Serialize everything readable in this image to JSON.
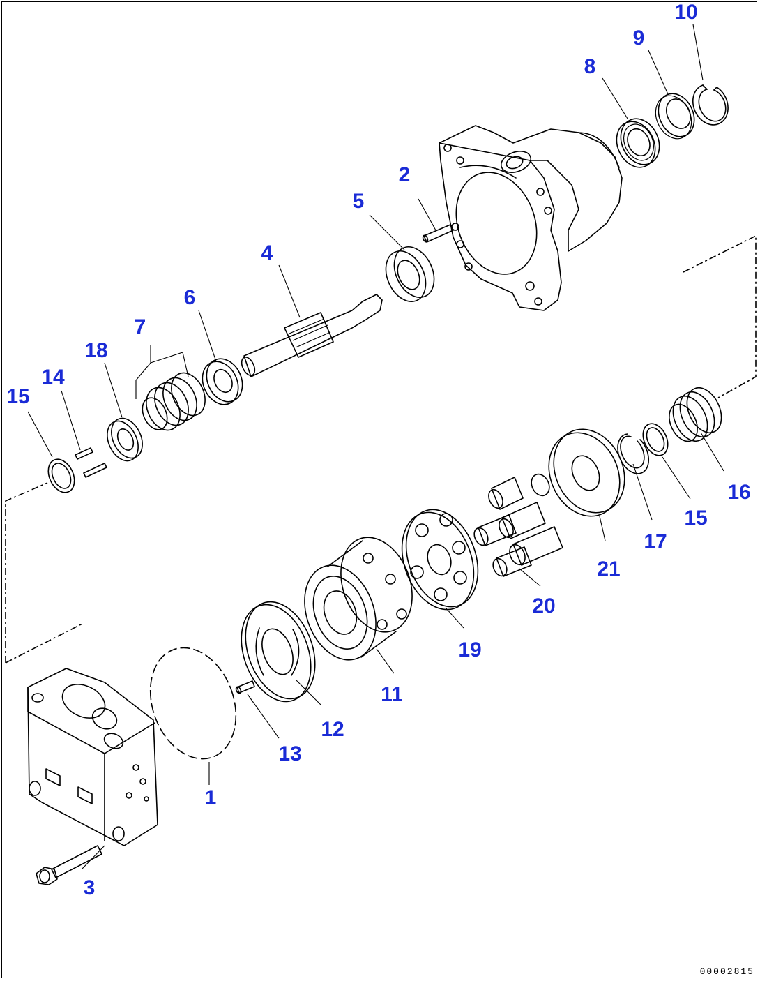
{
  "drawing_code": "00002815",
  "callouts": [
    {
      "id": "c1",
      "label": "1"
    },
    {
      "id": "c2",
      "label": "2"
    },
    {
      "id": "c3",
      "label": "3"
    },
    {
      "id": "c4",
      "label": "4"
    },
    {
      "id": "c5",
      "label": "5"
    },
    {
      "id": "c6",
      "label": "6"
    },
    {
      "id": "c7",
      "label": "7"
    },
    {
      "id": "c8",
      "label": "8"
    },
    {
      "id": "c9",
      "label": "9"
    },
    {
      "id": "c10",
      "label": "10"
    },
    {
      "id": "c11",
      "label": "11"
    },
    {
      "id": "c12",
      "label": "12"
    },
    {
      "id": "c13",
      "label": "13"
    },
    {
      "id": "c14",
      "label": "14"
    },
    {
      "id": "c15a",
      "label": "15"
    },
    {
      "id": "c15b",
      "label": "15"
    },
    {
      "id": "c16",
      "label": "16"
    },
    {
      "id": "c17",
      "label": "17"
    },
    {
      "id": "c18",
      "label": "18"
    },
    {
      "id": "c19",
      "label": "19"
    },
    {
      "id": "c20",
      "label": "20"
    },
    {
      "id": "c21",
      "label": "21"
    }
  ]
}
